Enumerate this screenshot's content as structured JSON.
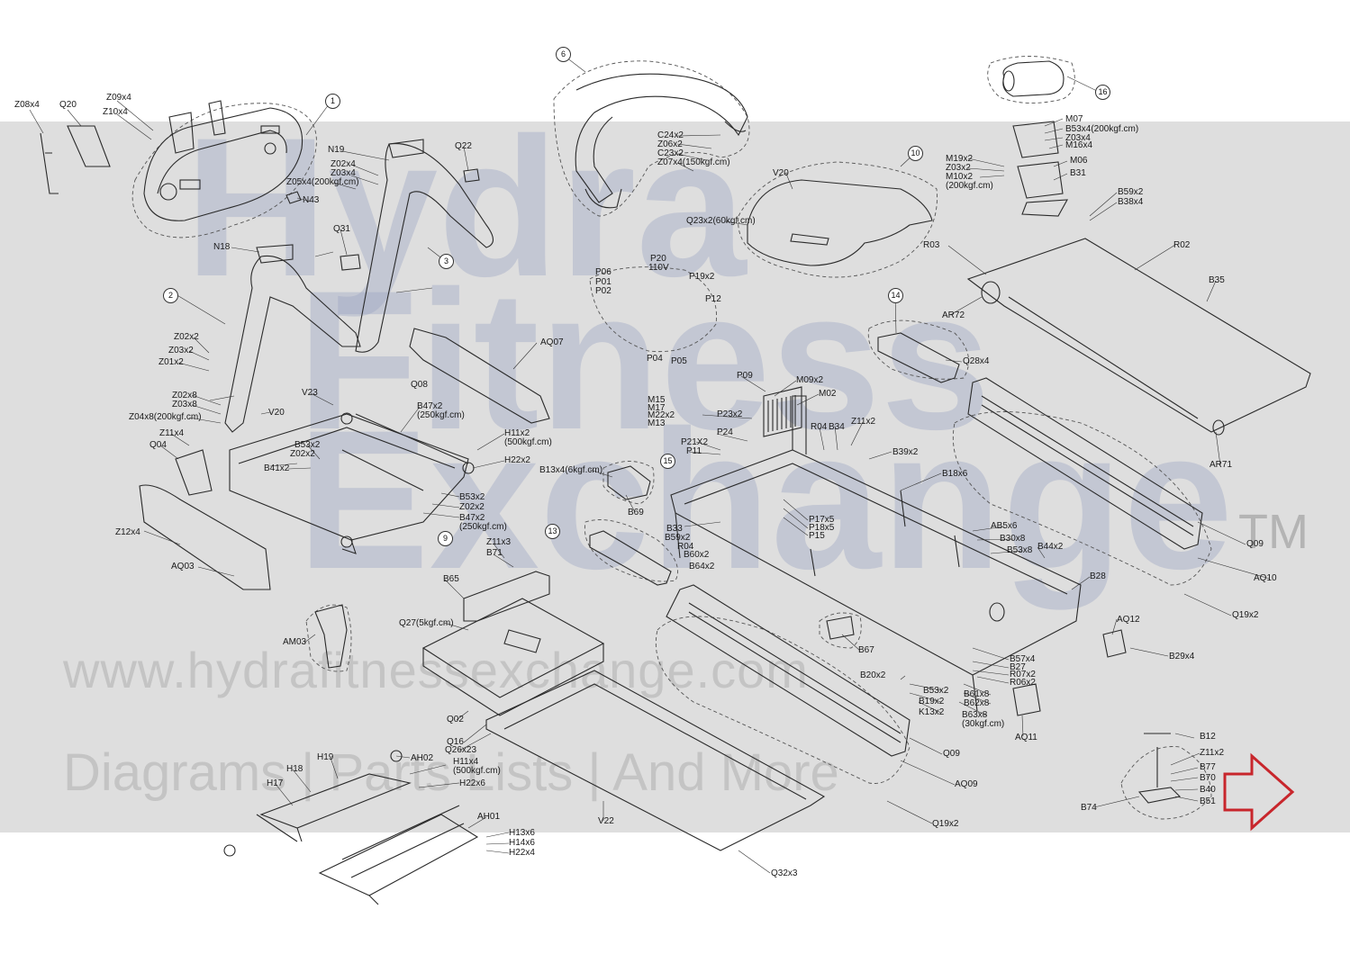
{
  "watermark": {
    "brand_line1": "Hydra",
    "brand_line2": "Fitness",
    "brand_line3": "Exchange",
    "trademark": "TM",
    "url": "www.hydrafitnessexchange.com",
    "tagline": "Diagrams | Parts Lists | And More"
  },
  "colors": {
    "band": "#dedede",
    "line": "#2a2a2a",
    "arrow": "#c8262c"
  },
  "callouts": [
    "1",
    "2",
    "3",
    "6",
    "9",
    "10",
    "13",
    "14",
    "15",
    "16"
  ],
  "labels": {
    "Z08x4": "Z08x4",
    "Q20": "Q20",
    "Z09x4": "Z09x4",
    "Z10x4": "Z10x4",
    "N19": "N19",
    "Q22": "Q22",
    "Z02x4": "Z02x4",
    "Z03x4": "Z03x4",
    "Z05x4": "Z05x4(200kgf.cm)",
    "N43": "N43",
    "Q31": "Q31",
    "N18": "N18",
    "Z02x2": "Z02x2",
    "Z03x2": "Z03x2",
    "Z01x2": "Z01x2",
    "Z02x8": "Z02x8",
    "Z03x8": "Z03x8",
    "Z04x8": "Z04x8(200kgf.cm)",
    "Z11x4": "Z11x4",
    "Q04": "Q04",
    "V20a": "V20",
    "V23": "V23",
    "Q08": "Q08",
    "B47x2a": "B47x2",
    "B47x2a2": "(250kgf.cm)",
    "B53x2a": "B53x2",
    "Z02x2b": "Z02x2",
    "B41x2": "B41x2",
    "H11x2": "H11x2",
    "H11x2b": "(500kgf.cm)",
    "H22x2": "H22x2",
    "B53x2b": "B53x2",
    "Z02x2c": "Z02x2",
    "B47x2b": "B47x2",
    "B47x2b2": "(250kgf.cm)",
    "Z12x4": "Z12x4",
    "AQ03": "AQ03",
    "AQ07": "AQ07",
    "C24x2": "C24x2",
    "Z06x2": "Z06x2",
    "C23x2": "C23x2",
    "Z07x4": "Z07x4(150kgf.cm)",
    "V20b": "V20",
    "Q23x2": "Q23x2(60kgf.cm)",
    "P20": "P20",
    "P20b": "110V",
    "P06": "P06",
    "P01": "P01",
    "P02": "P02",
    "P19x2": "P19x2",
    "P12": "P12",
    "P04": "P04",
    "P05": "P05",
    "M07": "M07",
    "B53x4": "B53x4(200kgf.cm)",
    "Z03x4b": "Z03x4",
    "M16x4": "M16x4",
    "M19x2": "M19x2",
    "Z03x2b": "Z03x2",
    "M10x2": "M10x2",
    "M10x2b": "(200kgf.cm)",
    "M06": "M06",
    "B31": "B31",
    "B59x2a": "B59x2",
    "B38x4": "B38x4",
    "R03": "R03",
    "R02": "R02",
    "B35": "B35",
    "AR72": "AR72",
    "AR71": "AR71",
    "Q28x4": "Q28x4",
    "P09": "P09",
    "M09x2": "M09x2",
    "M02": "M02",
    "M15": "M15",
    "M17": "M17",
    "M22x2": "M22x2",
    "M13": "M13",
    "P23x2": "P23x2",
    "P24": "P24",
    "P21x2": "P21X2",
    "P11": "P11",
    "R04a": "R04",
    "B34": "B34",
    "Z11x2a": "Z11x2",
    "B39x2": "B39x2",
    "B18x6": "B18x6",
    "B13x4": "B13x4(6kgf.cm)",
    "B69": "B69",
    "B33": "B33",
    "B59x2b": "B59x2",
    "R04b": "R04",
    "B60x2": "B60x2",
    "B64x2": "B64x2",
    "P17x5": "P17x5",
    "P18x5": "P18x5",
    "P15": "P15",
    "AB5x6": "AB5x6",
    "B30x8": "B30x8",
    "B53x8": "B53x8",
    "B44x2": "B44x2",
    "B28": "B28",
    "Q09a": "Q09",
    "AQ10": "AQ10",
    "Q19x2a": "Q19x2",
    "Z11x3": "Z11x3",
    "B71": "B71",
    "B65": "B65",
    "Q27": "Q27(5kgf.cm)",
    "AM03": "AM03",
    "B67": "B67",
    "AQ12": "AQ12",
    "B29x4": "B29x4",
    "B57x4": "B57x4",
    "B27": "B27",
    "R07x2": "R07x2",
    "R06x2": "R06x2",
    "B20x2": "B20x2",
    "B53x2c": "B53x2",
    "B19x2": "B19x2",
    "K13x2": "K13x2",
    "B61x8": "B61x8",
    "B62x8": "B62x8",
    "B63x8": "B63x8",
    "B63x8b": "(30kgf.cm)",
    "AQ11": "AQ11",
    "Q02": "Q02",
    "Q16": "Q16",
    "Q26x23": "Q26x23",
    "Q09b": "Q09",
    "AQ09": "AQ09",
    "Q19x2b": "Q19x2",
    "V22": "V22",
    "Q32x3": "Q32x3",
    "H19": "H19",
    "H18": "H18",
    "H17": "H17",
    "AH02": "AH02",
    "H11x4": "H11x4",
    "H11x4b": "(500kgf.cm)",
    "H22x6": "H22x6",
    "AH01": "AH01",
    "H13x6": "H13x6",
    "H14x6": "H14x6",
    "H22x4": "H22x4",
    "B12": "B12",
    "Z11x2b": "Z11x2",
    "B77": "B77",
    "B70": "B70",
    "B40": "B40",
    "B51": "B51",
    "B74": "B74"
  }
}
